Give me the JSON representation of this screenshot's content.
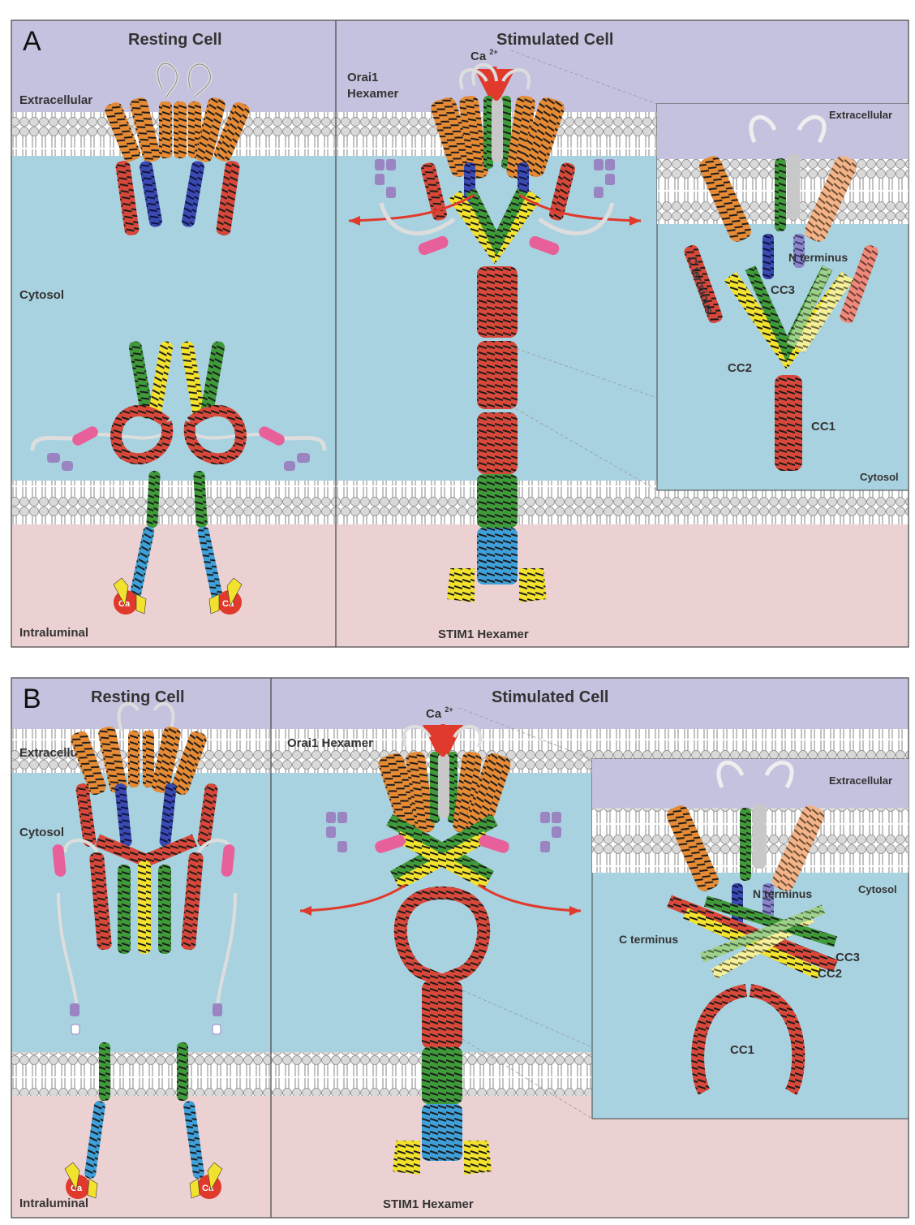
{
  "colors": {
    "extracellular": "#c5c2df",
    "cytosol": "#a9d2e0",
    "intraluminal": "#ecd1d2",
    "helix_orange": "#e58a35",
    "helix_red": "#d8483a",
    "helix_blue": "#2b3a8f",
    "helix_green": "#3f9a3a",
    "helix_yellow": "#f2e22e",
    "helix_cyan": "#3f9fd8",
    "cylinder_pink": "#e8609a",
    "cylinder_purple": "#9b84c2",
    "arrow_red": "#e03a2c",
    "pore_gray": "#c8c8c8"
  },
  "panel_a": {
    "letter": "A",
    "resting": {
      "title": "Resting Cell",
      "extracellular": "Extracellular",
      "cytosol": "Cytosol",
      "intraluminal": "Intraluminal",
      "ca_left": "Ca",
      "ca_right": "Ca"
    },
    "stimulated": {
      "title": "Stimulated Cell",
      "ca": "Ca",
      "ca_sup": "2+",
      "orai": "Orai1",
      "orai2": "Hexamer",
      "stim": "STIM1 Hexamer"
    },
    "inset": {
      "extracellular": "Extracellular",
      "cytosol": "Cytosol",
      "n_terminus": "N terminus",
      "c_terminus": "C terminus",
      "cc3": "CC3",
      "cc2": "CC2",
      "cc1": "CC1"
    }
  },
  "panel_b": {
    "letter": "B",
    "resting": {
      "title": "Resting Cell",
      "extracellular": "Extracellular",
      "cytosol": "Cytosol",
      "intraluminal": "Intraluminal",
      "ca_left": "Ca",
      "ca_right": "Ca"
    },
    "stimulated": {
      "title": "Stimulated Cell",
      "ca": "Ca",
      "ca_sup": "2+",
      "orai": "Orai1 Hexamer",
      "stim": "STIM1 Hexamer"
    },
    "inset": {
      "extracellular": "Extracellular",
      "cytosol": "Cytosol",
      "n_terminus": "N terminus",
      "c_terminus": "C terminus",
      "cc3": "CC3",
      "cc2": "CC2",
      "cc1": "CC1"
    }
  }
}
